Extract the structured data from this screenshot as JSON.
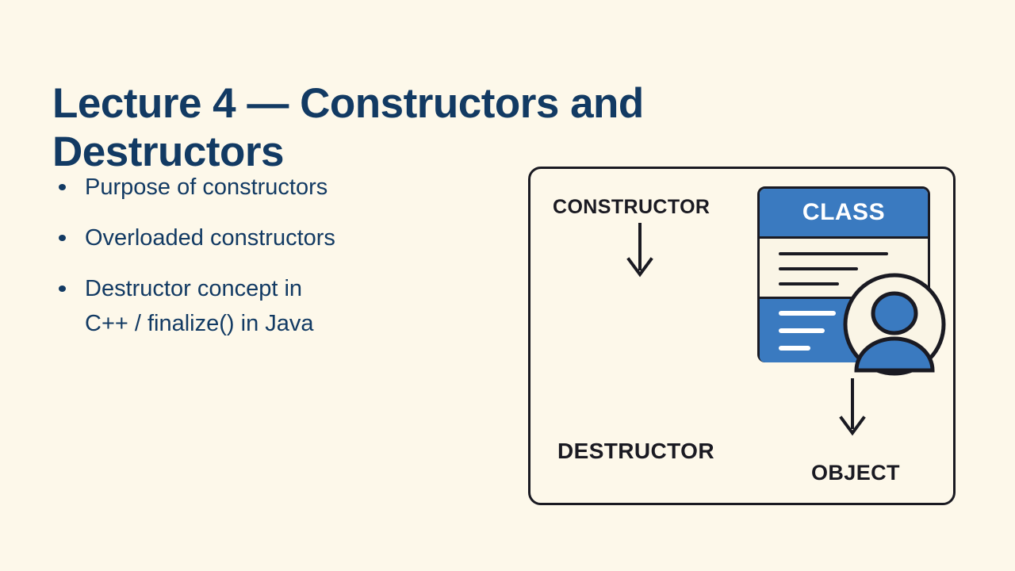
{
  "slide": {
    "background_color": "#FDF8EA",
    "title": "Lecture 4 — Constructors and Destructors",
    "title_color": "#123A63",
    "bullets": [
      {
        "line1": "Purpose of constructors",
        "line2": ""
      },
      {
        "line1": "Overloaded constructors",
        "line2": ""
      },
      {
        "line1": "Destructor concept in",
        "line2": "C++ / finalize() in Java"
      }
    ]
  },
  "diagram": {
    "labels": {
      "constructor": "CONSTRUCTOR",
      "destructor": "DESTRUCTOR",
      "object": "OBJECT"
    },
    "card": {
      "title": "CLASS",
      "header_color": "#3A7AC0",
      "footer_color": "#3A7AC0",
      "body_color": "#FAF5E6",
      "outline_color": "#1A1A22",
      "title_color": "#FFFFFF"
    },
    "arrows": {
      "constructor_to_class": "arrow-down-icon",
      "class_to_object": "arrow-down-icon"
    },
    "avatar": "user-avatar-icon",
    "panel_border_color": "#1A1A22"
  }
}
